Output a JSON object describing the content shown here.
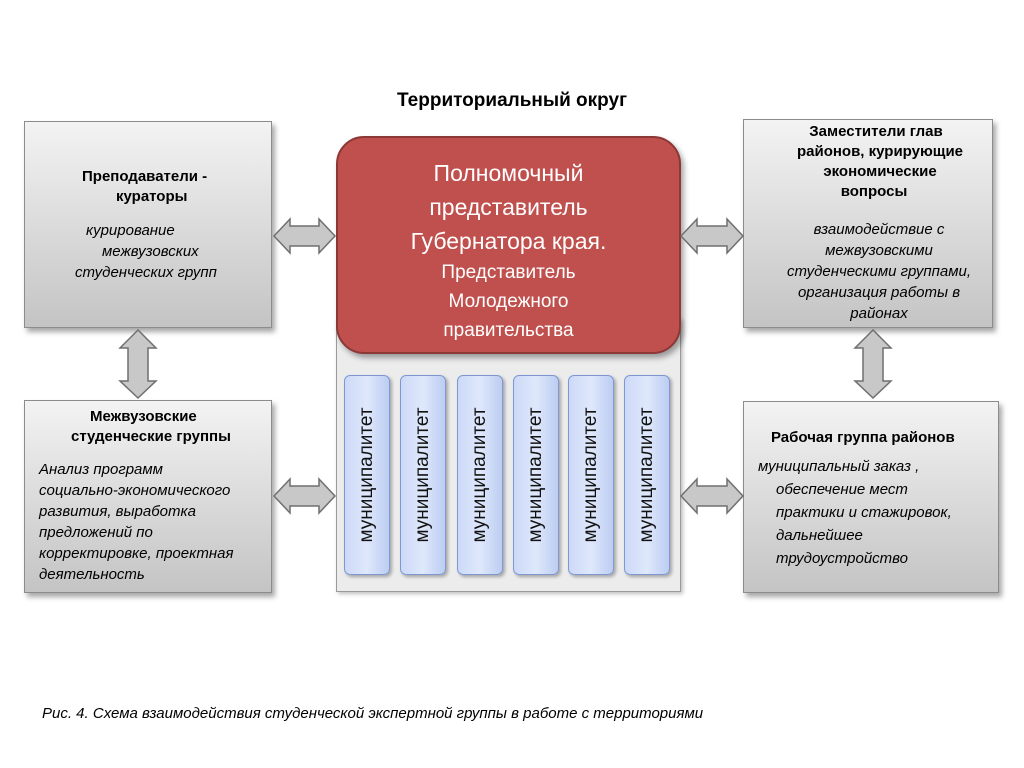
{
  "title": "Территориальный округ",
  "central": {
    "line1": "Полномочный",
    "line2": "представитель",
    "line3": "Губернатора края.",
    "line4": "Представитель",
    "line5": "Молодежного",
    "line6": "правительства"
  },
  "municipalities": [
    "муниципалитет",
    "муниципалитет",
    "муниципалитет",
    "муниципалитет",
    "муниципалитет",
    "муниципалитет"
  ],
  "boxes": {
    "top_left": {
      "heading_l1": "Преподаватели -",
      "heading_l2": "кураторы",
      "desc_l1": "курирование",
      "desc_l2": "межвузовских",
      "desc_l3": "студенческих групп"
    },
    "bottom_left": {
      "heading_l1": "Межвузовские",
      "heading_l2": "студенческие группы",
      "desc_l1": "Анализ программ",
      "desc_l2": "социально-экономического",
      "desc_l3": "развития, выработка",
      "desc_l4": "предложений по",
      "desc_l5": "корректировке, проектная",
      "desc_l6": "деятельность"
    },
    "top_right": {
      "heading_l1": "Заместители глав",
      "heading_l2": "районов, курирующие",
      "heading_l3": "экономические",
      "heading_l4": "вопросы",
      "desc_l1": "взаимодействие с",
      "desc_l2": "межвузовскими",
      "desc_l3": "студенческими группами,",
      "desc_l4": "организация работы в",
      "desc_l5": "районах"
    },
    "bottom_right": {
      "heading_l1": "Рабочая группа районов",
      "desc_l1": "муниципальный заказ ,",
      "desc_l2": "обеспечение мест",
      "desc_l3": "практики и стажировок,",
      "desc_l4": "дальнейшее",
      "desc_l5": "трудоустройство"
    }
  },
  "caption": "Рис. 4. Схема взаимодействия студенческой экспертной группы в работе с территориями",
  "colors": {
    "central_fill": "#c0504d",
    "municipality_fill": "#dfe8fb",
    "box_fill": "#d9d9d9"
  }
}
